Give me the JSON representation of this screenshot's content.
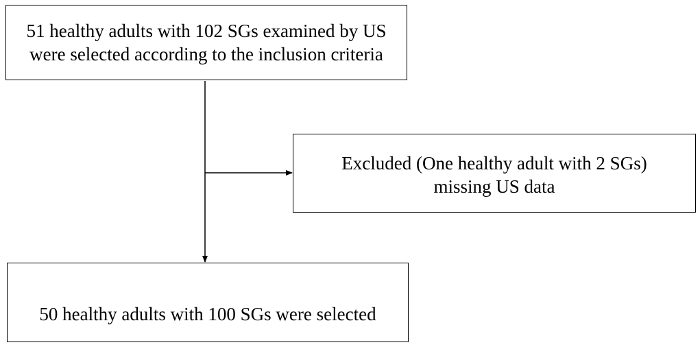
{
  "diagram": {
    "type": "flowchart",
    "nodes": [
      {
        "id": "start",
        "text": "51 healthy adults with 102 SGs examined by US\nwere selected according to the inclusion criteria"
      },
      {
        "id": "excluded",
        "text": "Excluded (One healthy adult with 2 SGs)\nmissing US data"
      },
      {
        "id": "final",
        "text": "50 healthy adults with 100 SGs were selected"
      }
    ],
    "edges": [
      {
        "from": "start",
        "to": "final"
      },
      {
        "from": "start",
        "to": "excluded"
      }
    ],
    "colors": {
      "stroke": "#000000",
      "background": "#ffffff",
      "text": "#000000"
    }
  }
}
